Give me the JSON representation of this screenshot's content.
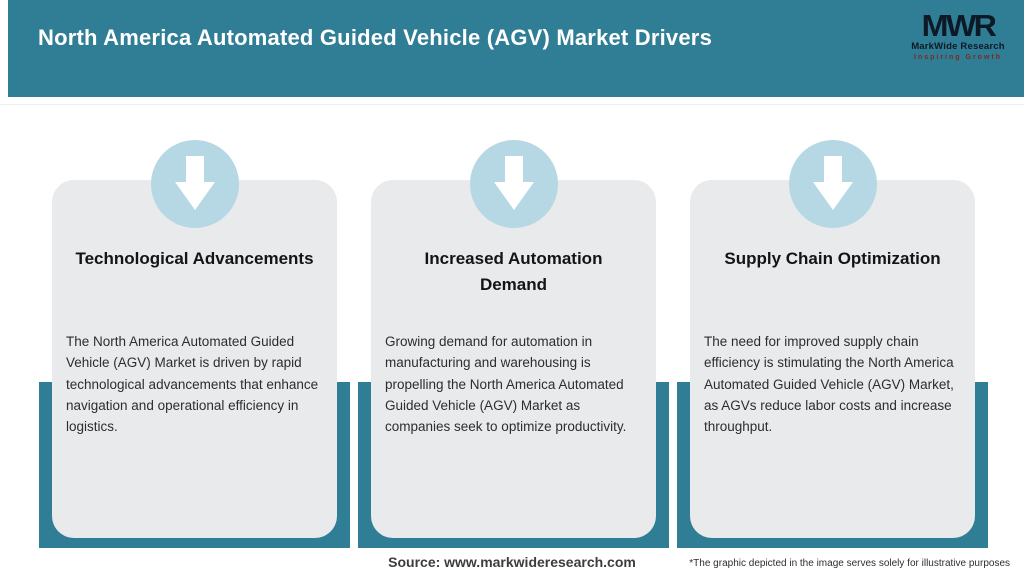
{
  "header": {
    "title": "North America Automated Guided Vehicle (AGV) Market Drivers",
    "logo": {
      "monogram": "MWR",
      "name": "MarkWide Research",
      "tagline": "Inspiring Growth"
    }
  },
  "cards": [
    {
      "icon": "down-arrow-icon",
      "title": "Technological Advancements",
      "body": "The North America Automated Guided Vehicle (AGV) Market is driven by rapid technological advancements that enhance navigation and operational efficiency in logistics."
    },
    {
      "icon": "down-arrow-icon",
      "title": "Increased Automation\nDemand",
      "body": "Growing demand for automation in manufacturing and warehousing is propelling the North America Automated Guided Vehicle (AGV) Market as companies seek to optimize productivity."
    },
    {
      "icon": "down-arrow-icon",
      "title": "Supply Chain Optimization",
      "body": "The need for improved supply chain efficiency is stimulating the North America Automated Guided Vehicle (AGV) Market, as AGVs reduce labor costs and increase throughput."
    }
  ],
  "footer": {
    "source": "Source: www.markwideresearch.com",
    "disclaimer": "*The graphic depicted in the image serves solely for illustrative purposes"
  },
  "colors": {
    "accent_teal": "#2f7e95",
    "circle_blue": "#b5d8e4",
    "card_gray": "#e8eaec",
    "logo_dark": "#0d1925",
    "tagline_red": "#7b2a24"
  }
}
